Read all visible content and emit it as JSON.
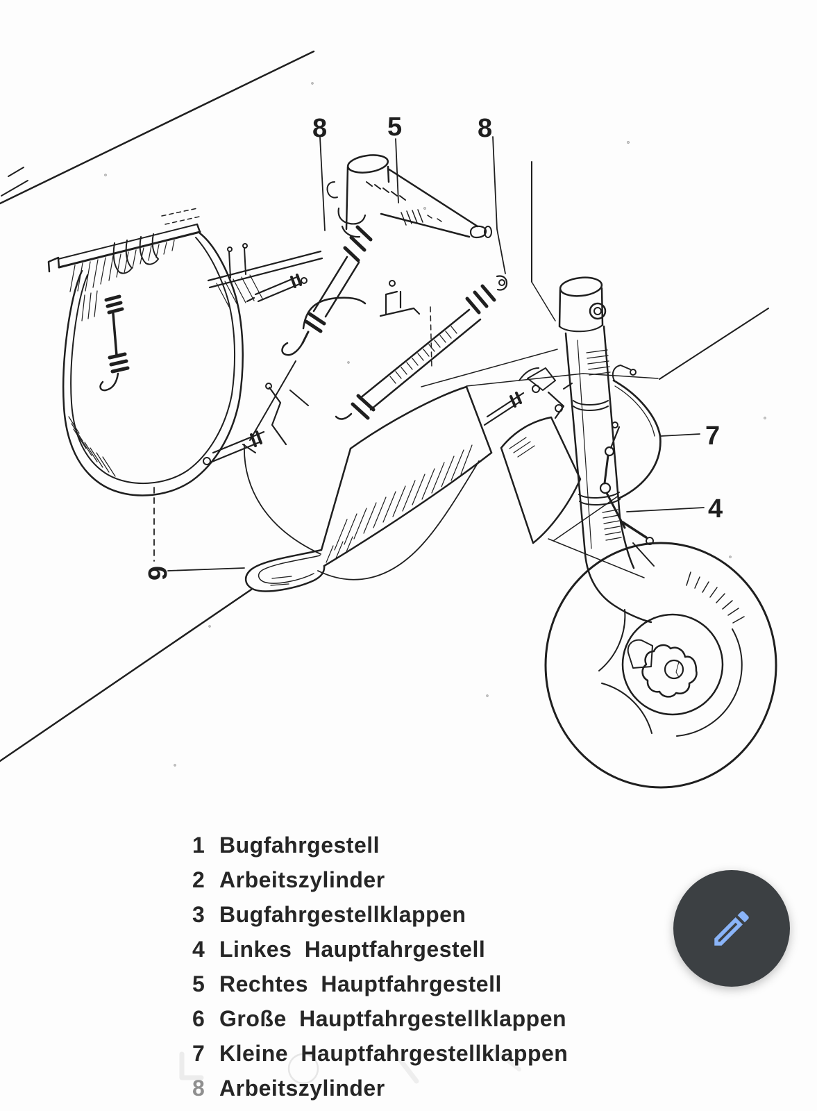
{
  "diagram": {
    "callouts": [
      {
        "label": "8"
      },
      {
        "label": "5"
      },
      {
        "label": "8"
      },
      {
        "label": "7"
      },
      {
        "label": "4"
      },
      {
        "label": "6"
      }
    ]
  },
  "legend": {
    "items": [
      {
        "number": "1",
        "label": "Bugfahrgestell"
      },
      {
        "number": "2",
        "label": "Arbeitszylinder"
      },
      {
        "number": "3",
        "label": "Bugfahrgestellklappen"
      },
      {
        "number": "4",
        "label": "Linkes Hauptfahrgestell"
      },
      {
        "number": "5",
        "label": "Rechtes Hauptfahrgestell"
      },
      {
        "number": "6",
        "label": "Große Hauptfahrgestellklappen"
      },
      {
        "number": "7",
        "label": "Kleine Hauptfahrgestellklappen"
      },
      {
        "number": "8",
        "label": "Arbeitszylinder"
      }
    ]
  },
  "fab": {
    "action": "edit"
  },
  "colors": {
    "paper": "#fdfdfd",
    "ink": "#1f1f1f",
    "legend_text": "#262626",
    "faded_number": "#8f8f8f",
    "fab_background": "#3c4043",
    "fab_icon": "#8ab4f8",
    "watermark": "#8a8a8a"
  }
}
